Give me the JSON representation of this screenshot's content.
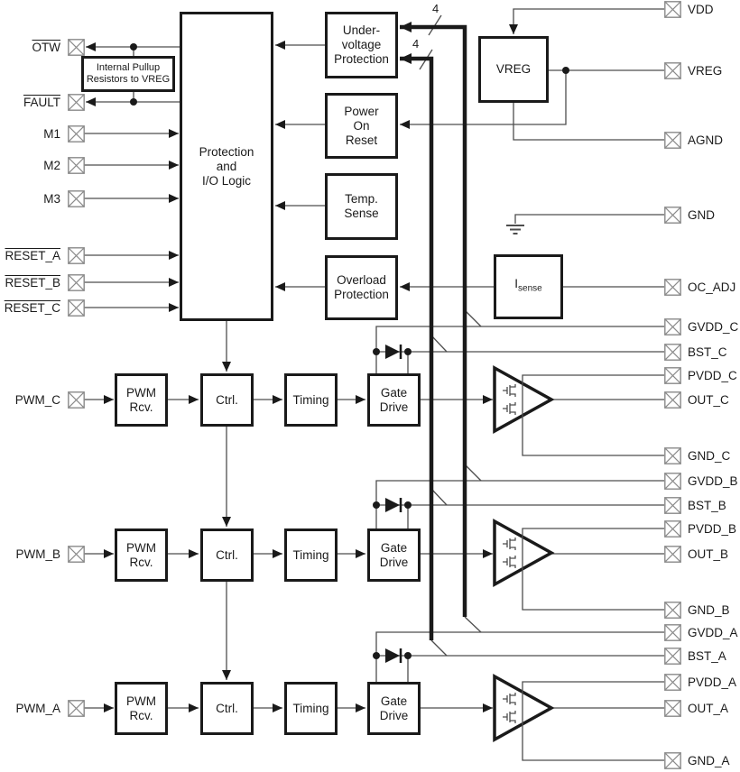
{
  "diagram": {
    "kind": "functional-block-diagram"
  },
  "colors": {
    "background": "#ffffff",
    "wire": "#4d4d4d",
    "block_border": "#1a1a1a",
    "pin_border": "#8a8a8a",
    "text": "#1a1a1a"
  },
  "symbols": {
    "pin": "crossed-box-terminal",
    "ground": "earth-ground",
    "diode": "bootstrap-diode",
    "amplifier": "power-stage-triangle",
    "fet": "mosfet-half-bridge"
  },
  "bus": {
    "width_labels": [
      "4",
      "4"
    ]
  },
  "blocks": {
    "protection": {
      "lines": [
        "Protection",
        "and",
        "I/O Logic"
      ]
    },
    "undervoltage": {
      "lines": [
        "Under-",
        "voltage",
        "Protection"
      ]
    },
    "power_on_reset": {
      "lines": [
        "Power",
        "On",
        "Reset"
      ]
    },
    "temp_sense": {
      "lines": [
        "Temp.",
        "Sense"
      ]
    },
    "overload": {
      "lines": [
        "Overload",
        "Protection"
      ]
    },
    "vreg": {
      "label": "VREG"
    },
    "isense": {
      "base": "I",
      "sub": "sense"
    },
    "pullup": {
      "lines": [
        "Internal Pullup",
        "Resistors to VREG"
      ]
    }
  },
  "rows": [
    {
      "name": "C",
      "pwm_rcv": [
        "PWM",
        "Rcv."
      ],
      "ctrl": "Ctrl.",
      "timing": "Timing",
      "gate_drive": [
        "Gate",
        "Drive"
      ]
    },
    {
      "name": "B",
      "pwm_rcv": [
        "PWM",
        "Rcv."
      ],
      "ctrl": "Ctrl.",
      "timing": "Timing",
      "gate_drive": [
        "Gate",
        "Drive"
      ]
    },
    {
      "name": "A",
      "pwm_rcv": [
        "PWM",
        "Rcv."
      ],
      "ctrl": "Ctrl.",
      "timing": "Timing",
      "gate_drive": [
        "Gate",
        "Drive"
      ]
    }
  ],
  "pins": {
    "left": [
      {
        "label": "OTW",
        "overline": true
      },
      {
        "label": "FAULT",
        "overline": true
      },
      {
        "label": "M1",
        "overline": false
      },
      {
        "label": "M2",
        "overline": false
      },
      {
        "label": "M3",
        "overline": false
      },
      {
        "label": "RESET_A",
        "overline": true
      },
      {
        "label": "RESET_B",
        "overline": true
      },
      {
        "label": "RESET_C",
        "overline": true
      },
      {
        "label": "PWM_C",
        "overline": false
      },
      {
        "label": "PWM_B",
        "overline": false
      },
      {
        "label": "PWM_A",
        "overline": false
      }
    ],
    "right": [
      {
        "label": "VDD"
      },
      {
        "label": "VREG"
      },
      {
        "label": "AGND"
      },
      {
        "label": "GND"
      },
      {
        "label": "OC_ADJ"
      },
      {
        "label": "GVDD_C"
      },
      {
        "label": "BST_C"
      },
      {
        "label": "PVDD_C"
      },
      {
        "label": "OUT_C"
      },
      {
        "label": "GND_C"
      },
      {
        "label": "GVDD_B"
      },
      {
        "label": "BST_B"
      },
      {
        "label": "PVDD_B"
      },
      {
        "label": "OUT_B"
      },
      {
        "label": "GND_B"
      },
      {
        "label": "GVDD_A"
      },
      {
        "label": "BST_A"
      },
      {
        "label": "PVDD_A"
      },
      {
        "label": "OUT_A"
      },
      {
        "label": "GND_A"
      }
    ]
  }
}
